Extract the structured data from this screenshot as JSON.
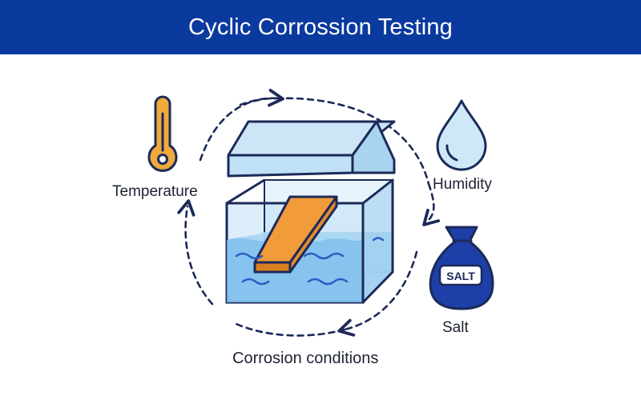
{
  "header": {
    "title": "Cyclic Corrossion Testing"
  },
  "labels": {
    "temperature": "Temperature",
    "humidity": "Humidity",
    "salt": "Salt",
    "conditions": "Corrosion conditions"
  },
  "salt_bag_text": "SALT",
  "colors": {
    "header_bg": "#0b3a9e",
    "outline": "#1c2a5a",
    "thermometer": "#f0a93a",
    "water": "#8cc8ee",
    "water_drop": "#cfe8f8",
    "salt_bag": "#1e3fa8",
    "specimen": "#f29b3b"
  },
  "icons": [
    "thermometer-icon",
    "water-drop-icon",
    "salt-bag-icon",
    "test-chamber-icon"
  ]
}
